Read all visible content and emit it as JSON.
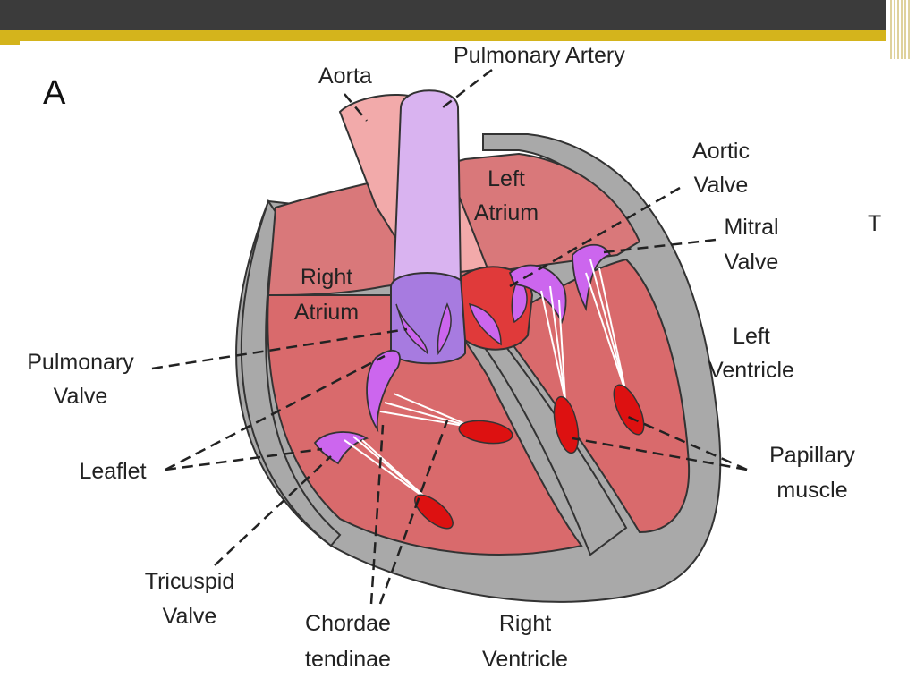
{
  "panel_letter": "A",
  "labels": {
    "aorta": "Aorta",
    "pulmonary_artery": "Pulmonary Artery",
    "left_atrium_1": "Left",
    "left_atrium_2": "Atrium",
    "aortic_valve_1": "Aortic",
    "aortic_valve_2": "Valve",
    "mitral_valve_1": "Mitral",
    "mitral_valve_2": "Valve",
    "right_atrium_1": "Right",
    "right_atrium_2": "Atrium",
    "left_ventricle_1": "Left",
    "left_ventricle_2": "Ventricle",
    "pulmonary_valve_1": "Pulmonary",
    "pulmonary_valve_2": "Valve",
    "leaflet": "Leaflet",
    "papillary_1": "Papillary",
    "papillary_2": "muscle",
    "tricuspid_1": "Tricuspid",
    "tricuspid_2": "Valve",
    "chordae_1": "Chordae",
    "chordae_2": "tendinae",
    "right_ventricle_1": "Right",
    "right_ventricle_2": "Ventricle",
    "edge_fragment": "T"
  },
  "colors": {
    "header": "#3b3b3b",
    "accent": "#d4b41c",
    "heart_wall": "#a9a9a9",
    "chamber": "#d9787a",
    "ventricle": "#d96a6c",
    "aorta": "#f2aaaa",
    "pulmonary_artery": "#d9b3f0",
    "valve": "#cc66ee",
    "pulmonary_valve_base": "#a77be0",
    "papillary_muscle": "#dd1111"
  }
}
